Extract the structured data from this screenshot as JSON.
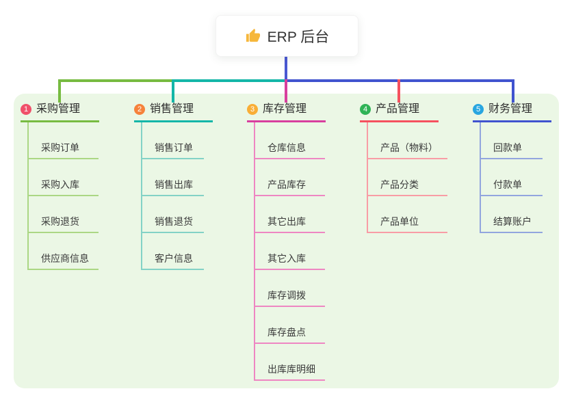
{
  "root": {
    "label": "ERP 后台",
    "icon": "thumbs-up-icon",
    "icon_color": "#f6b73c"
  },
  "colors": {
    "stem": "#4a58d2",
    "panel_bg": "#ebf7e5"
  },
  "branches": [
    {
      "badge": "1",
      "label": "采购管理",
      "badge_color": "#f0506a",
      "line_color": "#77bb41",
      "light_color": "#abd784",
      "children": [
        "采购订单",
        "采购入库",
        "采购退货",
        "供应商信息"
      ]
    },
    {
      "badge": "2",
      "label": "销售管理",
      "badge_color": "#f6823b",
      "line_color": "#14b6a8",
      "light_color": "#83d2c6",
      "children": [
        "销售订单",
        "销售出库",
        "销售退货",
        "客户信息"
      ]
    },
    {
      "badge": "3",
      "label": "库存管理",
      "badge_color": "#f9ae36",
      "line_color": "#d83f9e",
      "light_color": "#ee86c2",
      "children": [
        "仓库信息",
        "产品库存",
        "其它出库",
        "其它入库",
        "库存调拨",
        "库存盘点",
        "出库库明细"
      ]
    },
    {
      "badge": "4",
      "label": "产品管理",
      "badge_color": "#2fb356",
      "line_color": "#f5515f",
      "light_color": "#f89ca5",
      "children": [
        "产品（物料）",
        "产品分类",
        "产品单位"
      ]
    },
    {
      "badge": "5",
      "label": "财务管理",
      "badge_color": "#28a6e0",
      "line_color": "#4053cf",
      "light_color": "#92a5de",
      "children": [
        "回款单",
        "付款单",
        "结算账户"
      ]
    }
  ]
}
